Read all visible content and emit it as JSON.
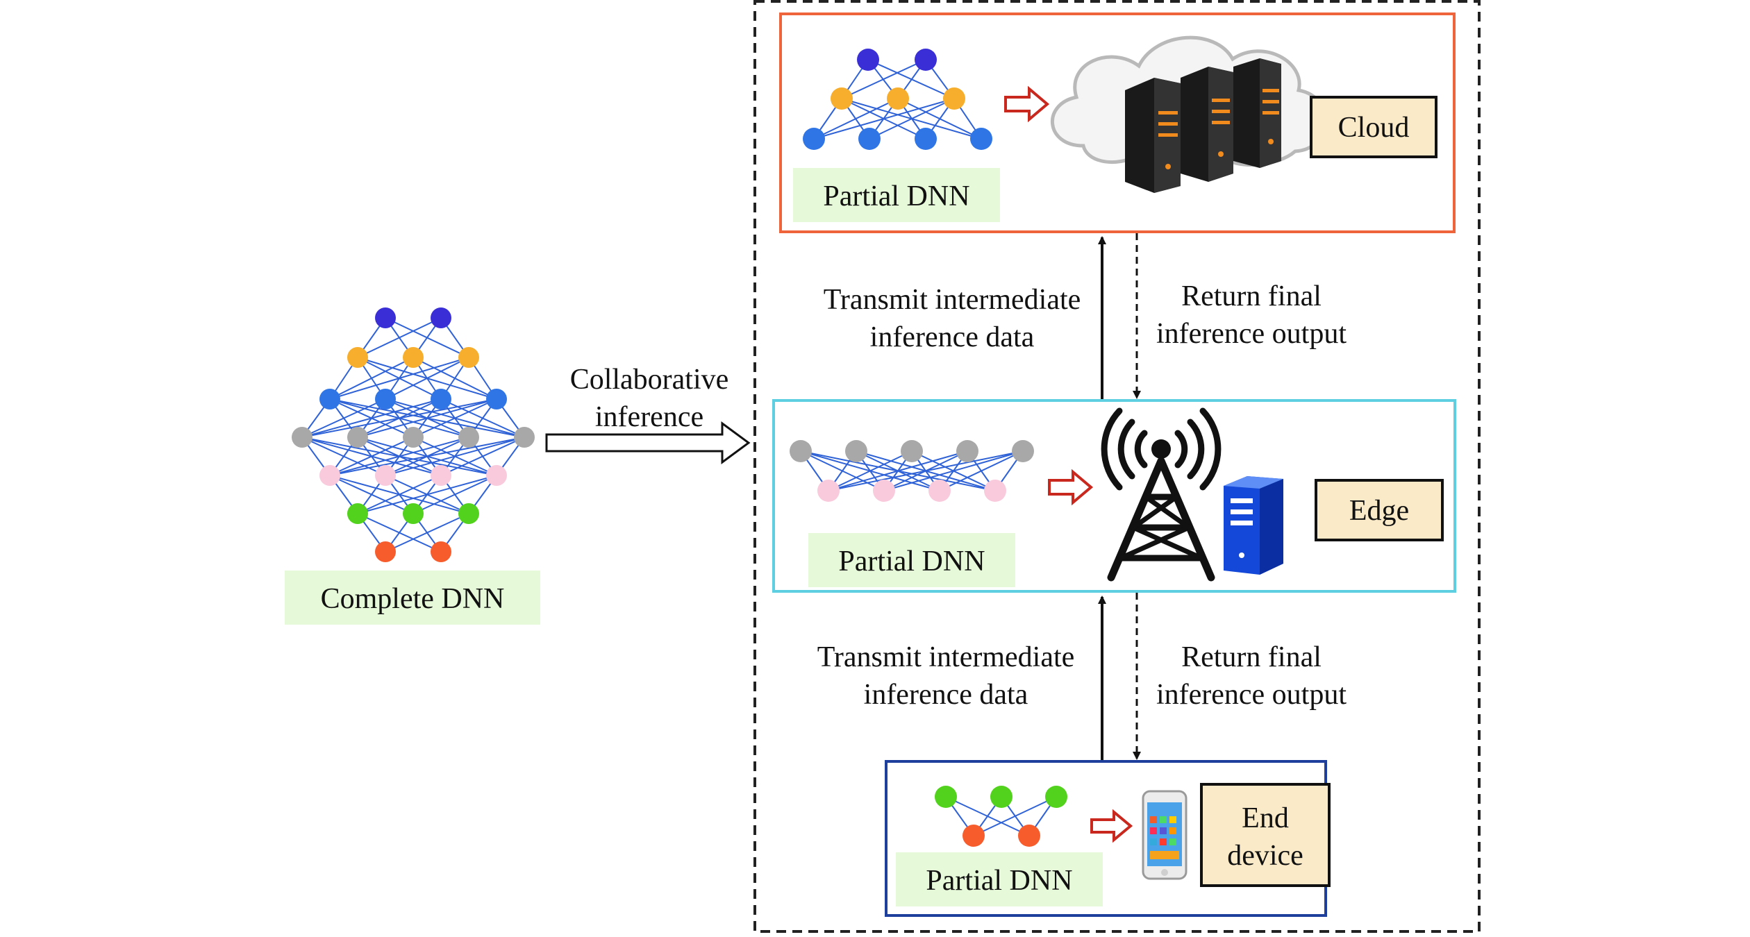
{
  "left": {
    "caption": "Complete DNN",
    "arrow_label_line1": "Collaborative",
    "arrow_label_line2": "inference"
  },
  "tiers": {
    "cloud": {
      "caption": "Partial DNN",
      "tag": "Cloud",
      "frame_color": "#f0643c"
    },
    "edge": {
      "caption": "Partial DNN",
      "tag": "Edge",
      "frame_color": "#5ecfe0"
    },
    "device": {
      "caption": "Partial DNN",
      "tag_line1": "End",
      "tag_line2": "device",
      "frame_color": "#1f3f9c"
    }
  },
  "links": {
    "upper_transmit_line1": "Transmit intermediate",
    "upper_transmit_line2": "inference data",
    "upper_return_line1": "Return final",
    "upper_return_line2": "inference output",
    "lower_transmit_line1": "Transmit intermediate",
    "lower_transmit_line2": "inference data",
    "lower_return_line1": "Return final",
    "lower_return_line2": "inference output"
  },
  "colors": {
    "caption_bg": "#e6f9d8",
    "tag_bg": "#faeac8",
    "edge_line": "#2f62d6",
    "layer_indigo": "#3a2fd6",
    "layer_orange": "#f7ae2d",
    "layer_blue": "#2f75e6",
    "layer_gray": "#a8a8a8",
    "layer_pink": "#f9c9dc",
    "layer_green": "#52d21c",
    "layer_red": "#f75c2d",
    "pointer_red": "#c8281e"
  }
}
